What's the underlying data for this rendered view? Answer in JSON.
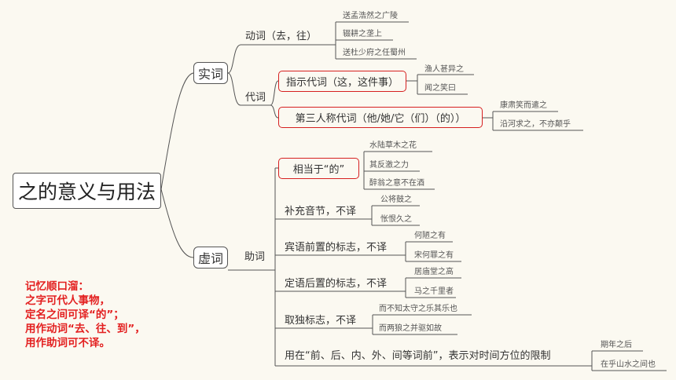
{
  "root": "之的意义与用法",
  "branches": {
    "shici": {
      "label": "实词",
      "dongci": {
        "label": "动词（去，往）",
        "examples": [
          "送孟浩然之广陵",
          "辍耕之垄上",
          "送杜少府之任蜀州"
        ]
      },
      "daici": {
        "label": "代词",
        "zhishi": {
          "label": "指示代词（这，这件事）",
          "examples": [
            "渔人甚异之",
            "闻之笑曰"
          ]
        },
        "disan": {
          "label": "第三人称代词（他/她/它（们）（的））",
          "examples": [
            "康肃笑而遣之",
            "沿河求之，不亦颠乎"
          ]
        }
      }
    },
    "xuci": {
      "label": "虚词",
      "zhuci": {
        "label": "助词",
        "items": [
          {
            "label": "相当于“的”",
            "examples": [
              "水陆草木之花",
              "其反激之力",
              "醉翁之意不在酒"
            ]
          },
          {
            "label": "补充音节，不译",
            "examples": [
              "公将鼓之",
              "怅恨久之"
            ]
          },
          {
            "label": "宾语前置的标志，不译",
            "examples": [
              "何陋之有",
              "宋何罪之有"
            ]
          },
          {
            "label": "定语后置的标志，不译",
            "examples": [
              "居庙堂之高",
              "马之千里者"
            ]
          },
          {
            "label": "取独标志，不译",
            "examples": [
              "而不知太守之乐其乐也",
              "而两狼之并驱如故"
            ]
          },
          {
            "label": "用在“前、后、内、外、间等词前”，表示对时间方位的限制",
            "examples": [
              "期年之后",
              "在乎山水之间也"
            ]
          }
        ]
      }
    }
  },
  "mnemonic": [
    "记忆顺口溜：",
    "之字可代人事物，",
    "定名之间可译“的”；",
    "用作动词“去、往、到”，",
    "用作助词可不译。"
  ],
  "colors": {
    "background": "#fbf9f1",
    "line": "#555555",
    "highlight": "#d62020",
    "mnemonic": "#e32020"
  }
}
